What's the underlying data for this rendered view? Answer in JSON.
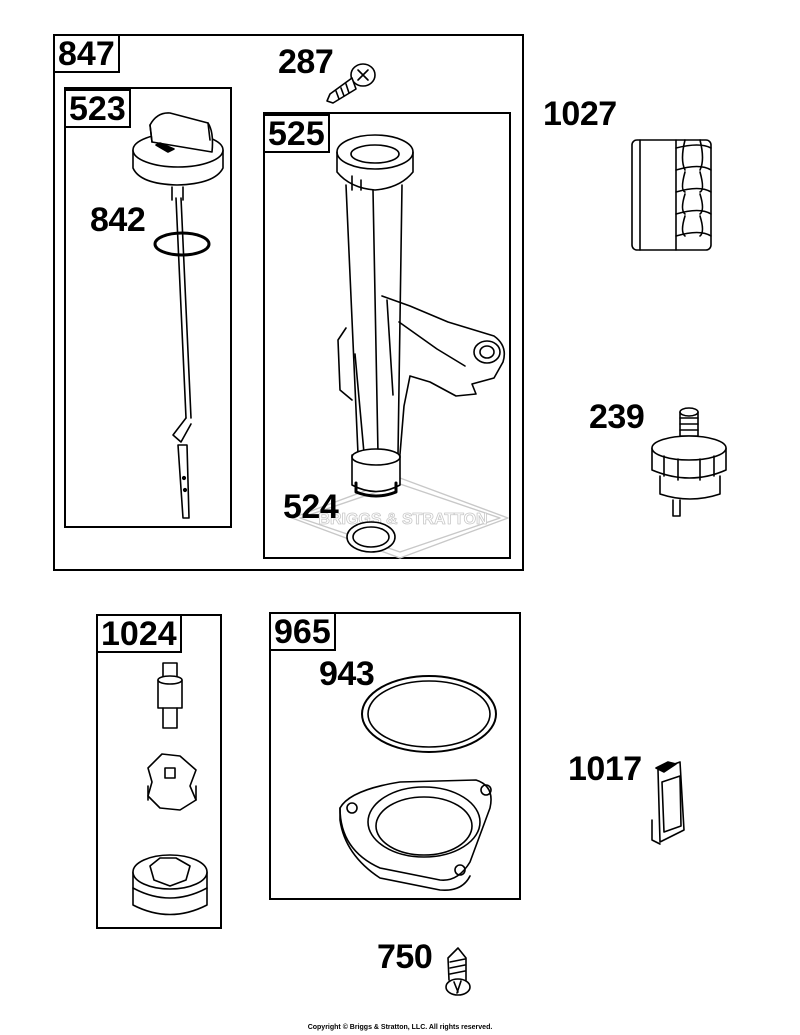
{
  "groups": {
    "g847": "847",
    "g523": "523",
    "g525": "525",
    "g1024": "1024",
    "g965": "965"
  },
  "parts": {
    "p287": "287",
    "p842": "842",
    "p524": "524",
    "p1027": "1027",
    "p239": "239",
    "p943": "943",
    "p1017": "1017",
    "p750": "750"
  },
  "watermark": "BRIGGS & STRATTON",
  "copyright": "Copyright © Briggs & Stratton, LLC. All rights reserved."
}
